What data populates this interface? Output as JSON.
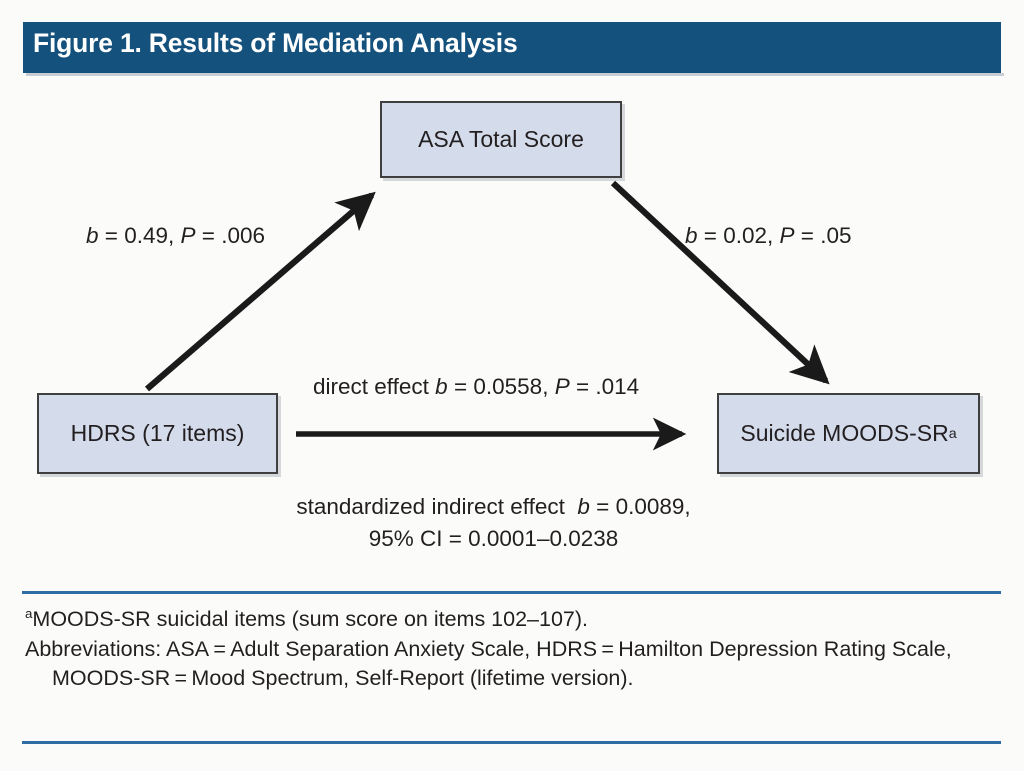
{
  "figure": {
    "title": "Figure 1. Results of Mediation Analysis",
    "title_bar_color": "#14517c",
    "rule_color": "#2e6ca4",
    "box_fill_color": "#d4dcec",
    "box_border_color": "#3f3f3f",
    "canvas_background": "#fbfcf9"
  },
  "nodes": {
    "mediator": {
      "label": "ASA Total Score"
    },
    "predictor": {
      "label": "HDRS (17 items)"
    },
    "outcome": {
      "label": "Suicide MOODS-SR",
      "superscript": "a"
    }
  },
  "edges": {
    "a_path": {
      "from": "HDRS (17 items)",
      "to": "ASA Total Score",
      "coefficient_symbol": "b",
      "coefficient_value": "0.49",
      "p_symbol": "P",
      "p_value": ".006"
    },
    "b_path": {
      "from": "ASA Total Score",
      "to": "Suicide MOODS-SR",
      "coefficient_symbol": "b",
      "coefficient_value": "0.02",
      "p_symbol": "P",
      "p_value": ".05"
    },
    "direct_effect": {
      "from": "HDRS (17 items)",
      "to": "Suicide MOODS-SR",
      "prefix": "direct effect",
      "coefficient_symbol": "b",
      "coefficient_value": "0.0558",
      "p_symbol": "P",
      "p_value": ".014"
    },
    "indirect_effect": {
      "line1_prefix": "standardized indirect effect",
      "coefficient_symbol": "b",
      "coefficient_value": "0.0089,",
      "line2": "95% CI = 0.0001–0.0238"
    }
  },
  "footnotes": {
    "marker_a": "a",
    "note_a": "MOODS-SR suicidal items (sum score on items 102–107).",
    "abbreviations": "Abbreviations: ASA = Adult Separation Anxiety Scale, HDRS = Hamilton Depression Rating Scale, MOODS-SR = Mood Spectrum, Self-Report (lifetime version)."
  },
  "chart_data": {
    "type": "diagram",
    "title": "Figure 1. Results of Mediation Analysis",
    "diagram_kind": "mediation-path-model",
    "nodes": [
      "HDRS (17 items)",
      "ASA Total Score",
      "Suicide MOODS-SR"
    ],
    "paths": [
      {
        "name": "a",
        "from": "HDRS (17 items)",
        "to": "ASA Total Score",
        "b": 0.49,
        "P": 0.006
      },
      {
        "name": "b",
        "from": "ASA Total Score",
        "to": "Suicide MOODS-SR",
        "b": 0.02,
        "P": 0.05
      },
      {
        "name": "direct (c')",
        "from": "HDRS (17 items)",
        "to": "Suicide MOODS-SR",
        "b": 0.0558,
        "P": 0.014
      },
      {
        "name": "standardized indirect",
        "from": "HDRS (17 items)",
        "to": "Suicide MOODS-SR",
        "b": 0.0089,
        "CI95": [
          0.0001,
          0.0238
        ]
      }
    ]
  }
}
